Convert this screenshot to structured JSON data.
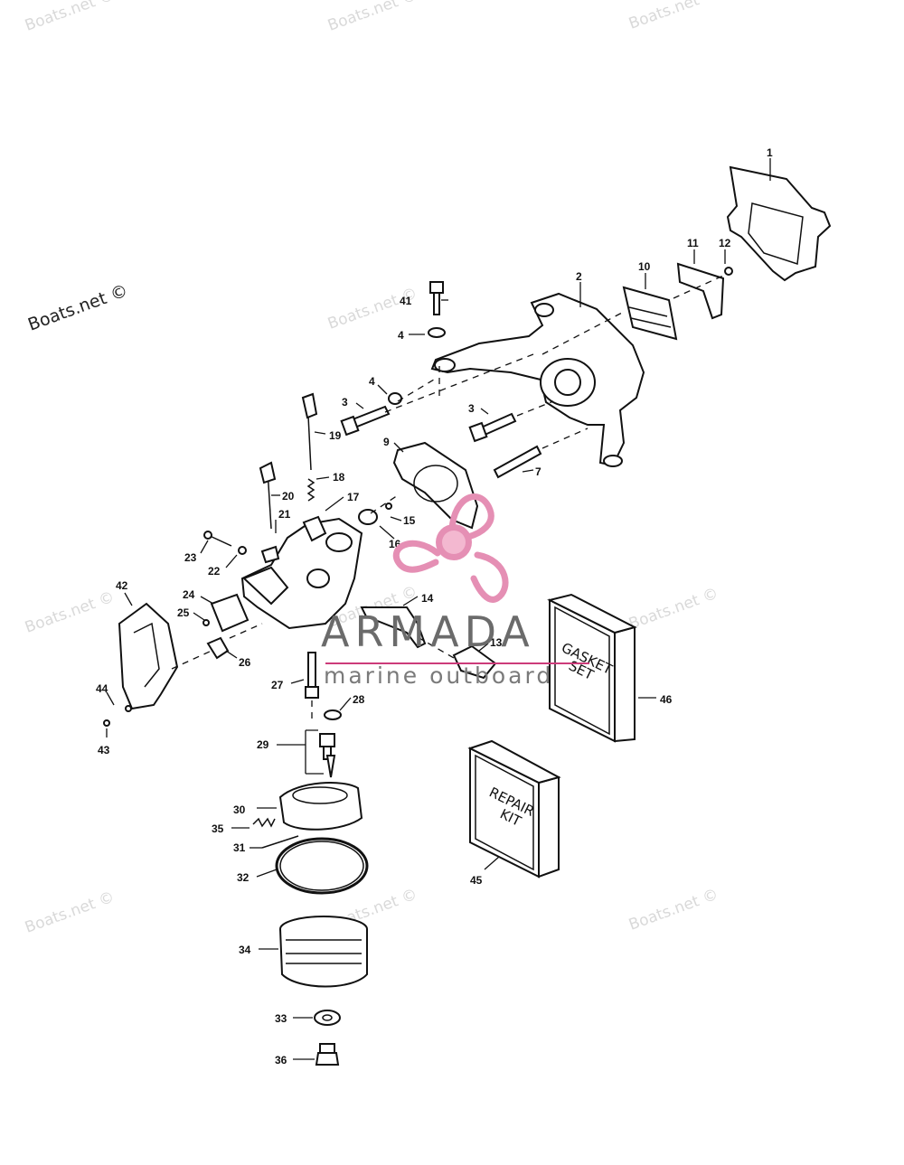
{
  "watermarks": [
    "Boats.net ©",
    "Boats.net ©",
    "Boats.net ©",
    "Boats.net ©",
    "Boats.net ©",
    "Boats.net ©",
    "Boats.net ©",
    "Boats.net ©",
    "Boats.net ©",
    "Boats.net ©"
  ],
  "watermark_main": "Boats.net ©",
  "logo": {
    "title": "ARMADA",
    "subtitle": "marine outboard"
  },
  "boxes": {
    "gasket_set": [
      "GASKET",
      "SET"
    ],
    "repair_kit": [
      "REPAIR",
      "KIT"
    ]
  },
  "callouts": [
    "1",
    "2",
    "3",
    "3",
    "4",
    "4",
    "7",
    "9",
    "10",
    "11",
    "12",
    "13",
    "14",
    "15",
    "16",
    "17",
    "18",
    "19",
    "20",
    "21",
    "22",
    "23",
    "24",
    "25",
    "26",
    "27",
    "28",
    "29",
    "30",
    "31",
    "32",
    "33",
    "34",
    "35",
    "36",
    "41",
    "42",
    "43",
    "44",
    "45",
    "46"
  ]
}
